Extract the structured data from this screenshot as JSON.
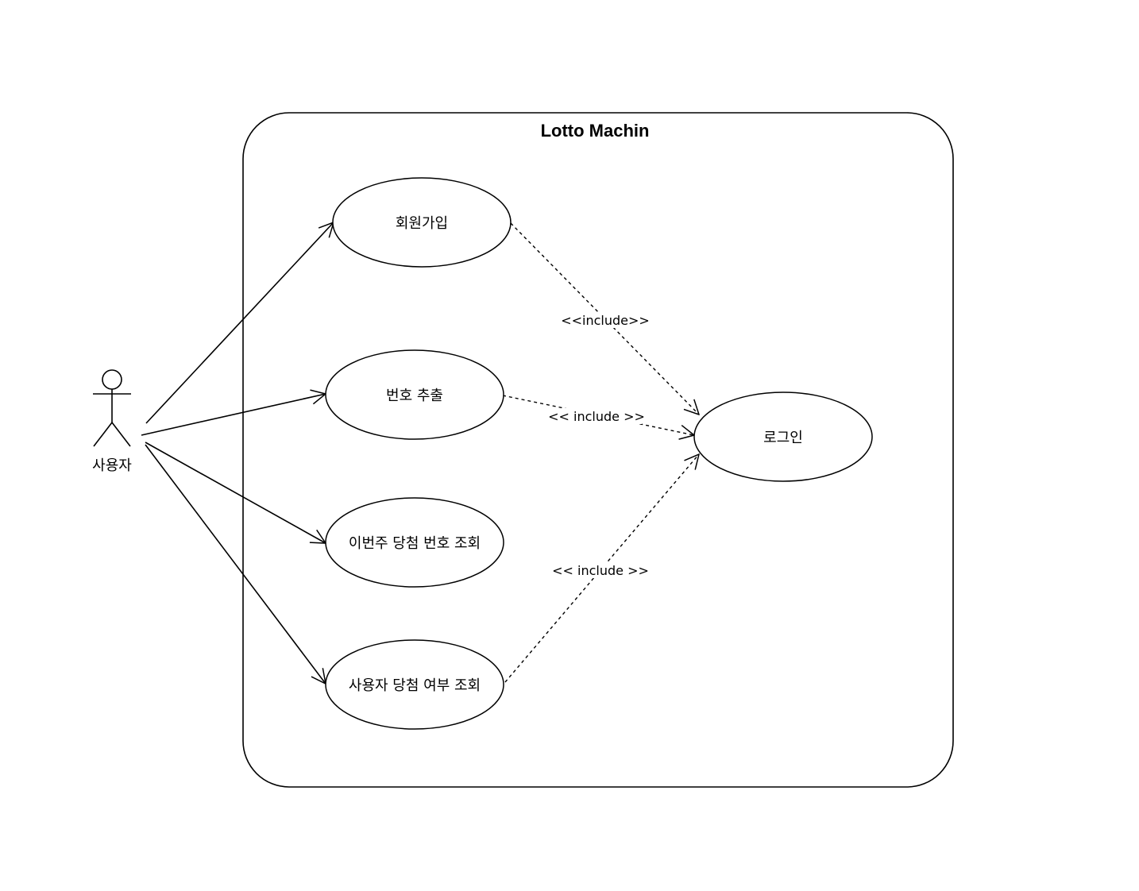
{
  "diagram": {
    "system_title": "Lotto Machin",
    "actor": {
      "label": "사용자"
    },
    "use_cases": [
      {
        "id": "signup",
        "label": "회원가입"
      },
      {
        "id": "extract",
        "label": "번호 추출"
      },
      {
        "id": "weekly",
        "label": "이번주 당첨 번호 조회"
      },
      {
        "id": "check",
        "label": "사용자 당첨 여부 조회"
      },
      {
        "id": "login",
        "label": "로그인"
      }
    ],
    "relations": [
      {
        "from": "signup",
        "to": "login",
        "label": "<<include>>"
      },
      {
        "from": "extract",
        "to": "login",
        "label": "<< include >>"
      },
      {
        "from": "check",
        "to": "login",
        "label": "<< include >>"
      }
    ]
  }
}
